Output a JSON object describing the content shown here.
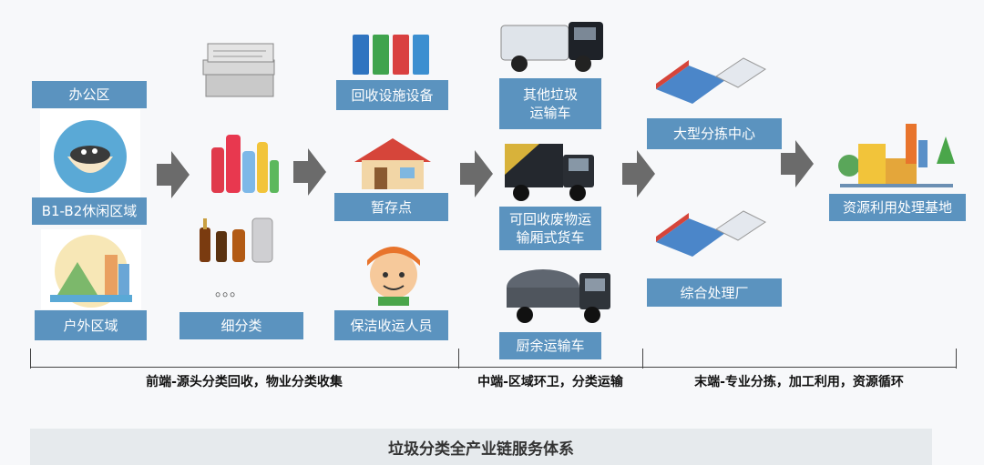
{
  "col1": {
    "office": "办公区",
    "leisure": "B1-B2休闲区域",
    "outdoor": "户外区域"
  },
  "col2": {
    "ellipsis": "。。。",
    "sorting": "细分类"
  },
  "col3": {
    "facilities": "回收设施设备",
    "storage": "暂存点",
    "staff": "保洁收运人员"
  },
  "col4": {
    "other_truck": "其他垃圾\n运输车",
    "recycle_truck": "可回收废物运\n输厢式货车",
    "kitchen_truck": "厨余运输车"
  },
  "col5": {
    "sort_center": "大型分拣中心",
    "plant": "综合处理厂"
  },
  "col6": {
    "base": "资源利用处理基地"
  },
  "stages": {
    "front": "前端-源头分类回收，物业分类收集",
    "middle": "中端-区域环卫，分类运输",
    "end": "末端-专业分拣，加工利用，资源循环"
  },
  "footer": "垃圾分类全产业链服务体系",
  "colors": {
    "label_bg": "#5b93bf",
    "arrow": "#6b6b6b"
  }
}
